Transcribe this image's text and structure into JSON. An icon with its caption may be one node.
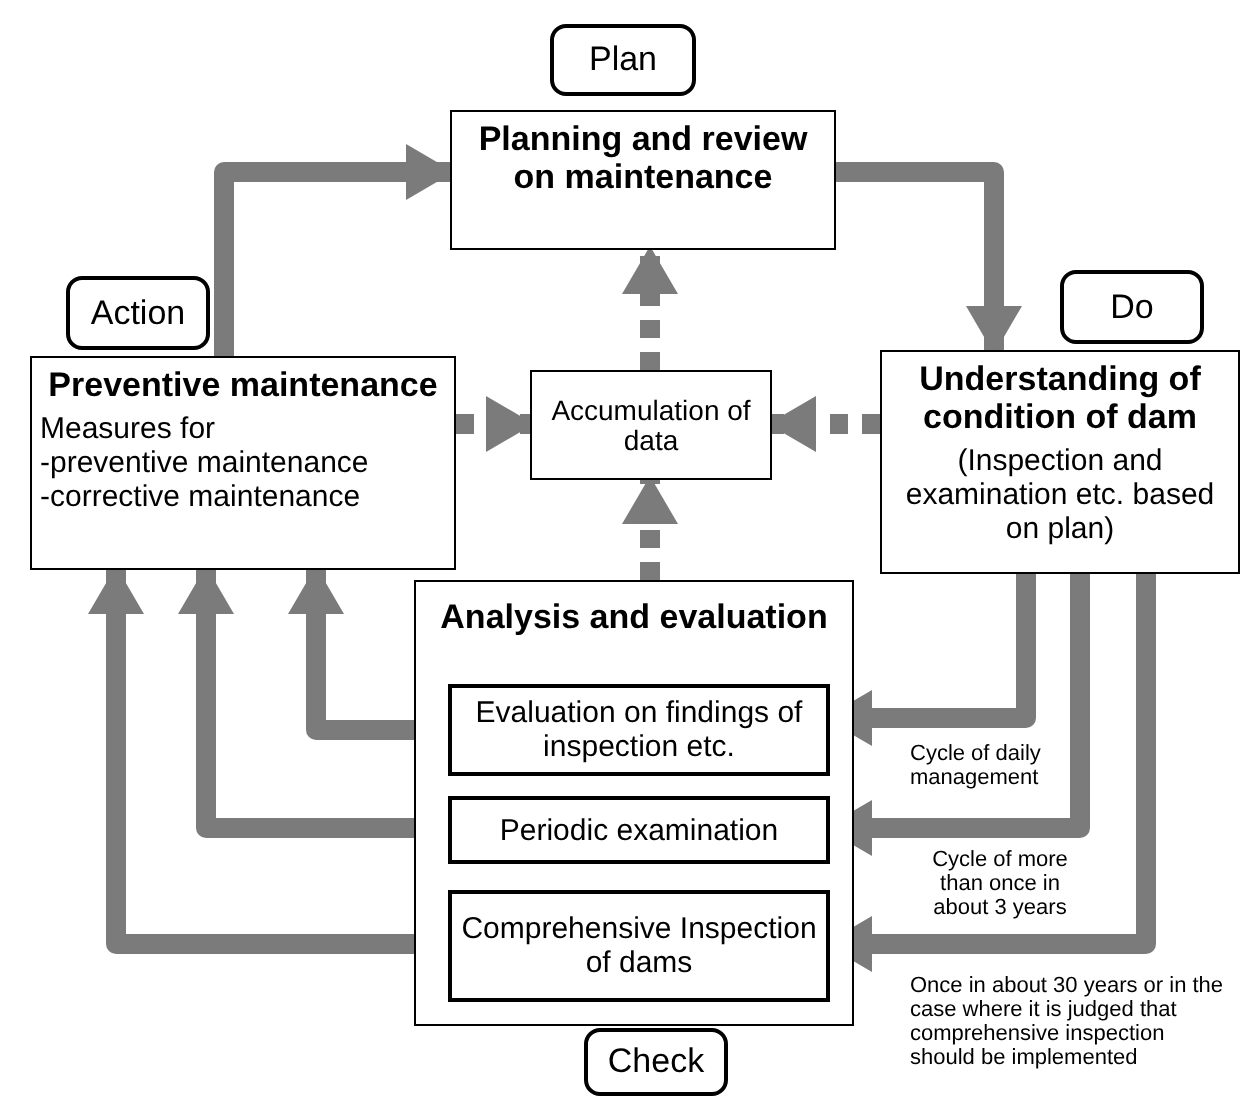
{
  "diagram": {
    "nodes": [
      {
        "text": [
          "Plan"
        ]
      },
      {
        "text": [
          "Planning and review on maintenance"
        ]
      },
      {
        "text": [
          "Action"
        ]
      },
      {
        "text": [
          "Do"
        ]
      },
      {
        "text": [
          "Preventive maintenance",
          "Measures for",
          "-preventive maintenance",
          "-corrective maintenance"
        ]
      },
      {
        "text": [
          "Accumulation of data"
        ]
      },
      {
        "text": [
          "Understanding of condition of dam",
          "(Inspection and examination etc. based on plan)"
        ]
      },
      {
        "text": [
          "Analysis and evaluation"
        ]
      },
      {
        "text": [
          "Evaluation on findings of inspection etc."
        ],
        "in": 7
      },
      {
        "text": [
          "Periodic examination"
        ],
        "in": 7
      },
      {
        "text": [
          "Comprehensive Inspection of dams"
        ],
        "in": 7
      },
      {
        "text": [
          "Check"
        ]
      }
    ],
    "edges": [
      {
        "from": 4,
        "to": 1,
        "arrow": "to"
      },
      {
        "from": 1,
        "to": 6,
        "arrow": "to"
      },
      {
        "from": 5,
        "to": 1,
        "arrow": "to",
        "style": "dashed"
      },
      {
        "from": 4,
        "to": 5,
        "arrow": "to",
        "style": "dashed"
      },
      {
        "from": 6,
        "to": 5,
        "arrow": "to",
        "style": "dashed"
      },
      {
        "from": 7,
        "to": 5,
        "arrow": "to",
        "style": "dashed"
      },
      {
        "from": 6,
        "to": 8,
        "arrow": "to",
        "label": "Cycle of daily management"
      },
      {
        "from": 6,
        "to": 9,
        "arrow": "to",
        "label": "Cycle of more than once in about 3 years"
      },
      {
        "from": 6,
        "to": 10,
        "arrow": "to",
        "label": "Once in about 30 years or in the case where it is judged that comprehensive inspection should be implemented"
      },
      {
        "from": 8,
        "to": 4,
        "arrow": "to"
      },
      {
        "from": 9,
        "to": 4,
        "arrow": "to"
      },
      {
        "from": 10,
        "to": 4,
        "arrow": "to"
      }
    ]
  }
}
